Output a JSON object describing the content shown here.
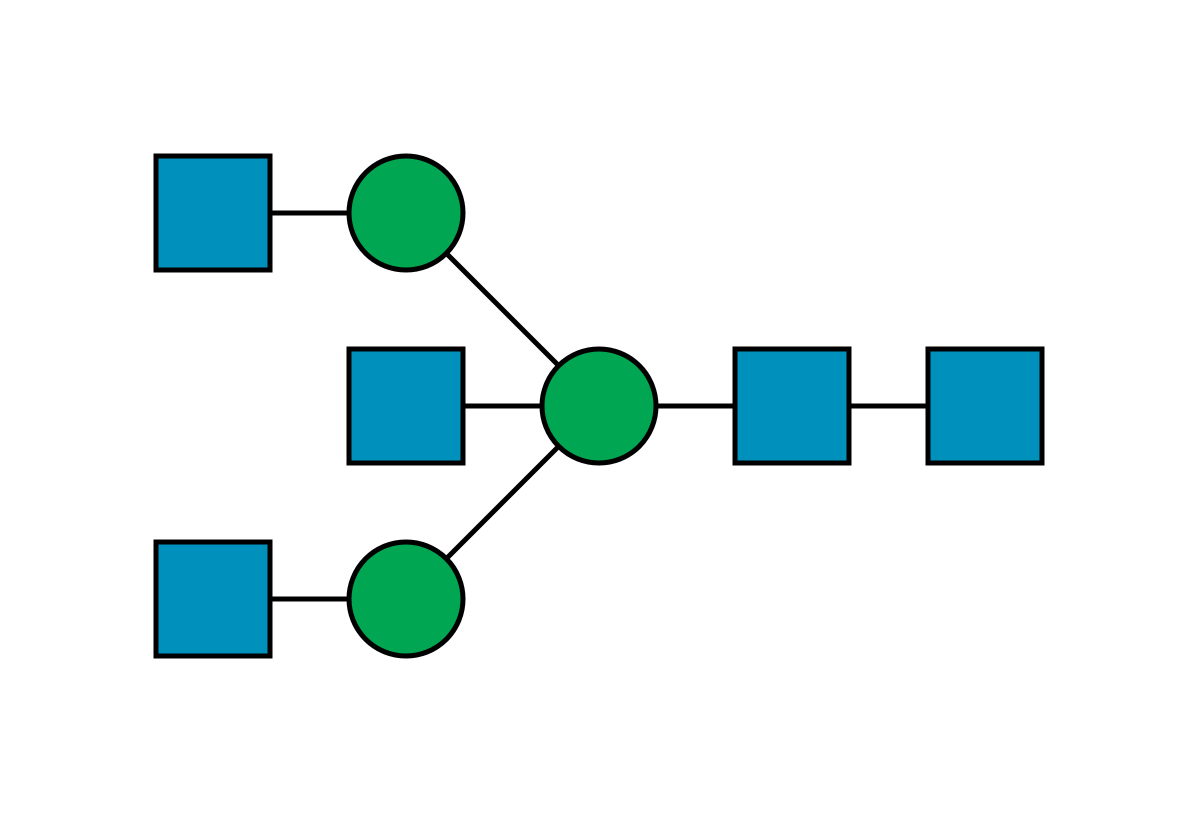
{
  "diagram": {
    "type": "glycan-structure",
    "colors": {
      "square": "#0090BC",
      "circle": "#00A651",
      "edge": "#000000",
      "background": "#FFFFFF"
    },
    "nodes": [
      {
        "id": "square-top-left",
        "shape": "square"
      },
      {
        "id": "circle-top",
        "shape": "circle"
      },
      {
        "id": "square-middle",
        "shape": "square"
      },
      {
        "id": "circle-center",
        "shape": "circle"
      },
      {
        "id": "square-right-1",
        "shape": "square"
      },
      {
        "id": "square-right-2",
        "shape": "square"
      },
      {
        "id": "square-bottom-left",
        "shape": "square"
      },
      {
        "id": "circle-bottom",
        "shape": "circle"
      }
    ],
    "edges": [
      {
        "from": "square-top-left",
        "to": "circle-top"
      },
      {
        "from": "circle-top",
        "to": "circle-center"
      },
      {
        "from": "square-middle",
        "to": "circle-center"
      },
      {
        "from": "circle-center",
        "to": "square-right-1"
      },
      {
        "from": "square-right-1",
        "to": "square-right-2"
      },
      {
        "from": "square-bottom-left",
        "to": "circle-bottom"
      },
      {
        "from": "circle-bottom",
        "to": "circle-center"
      }
    ]
  }
}
